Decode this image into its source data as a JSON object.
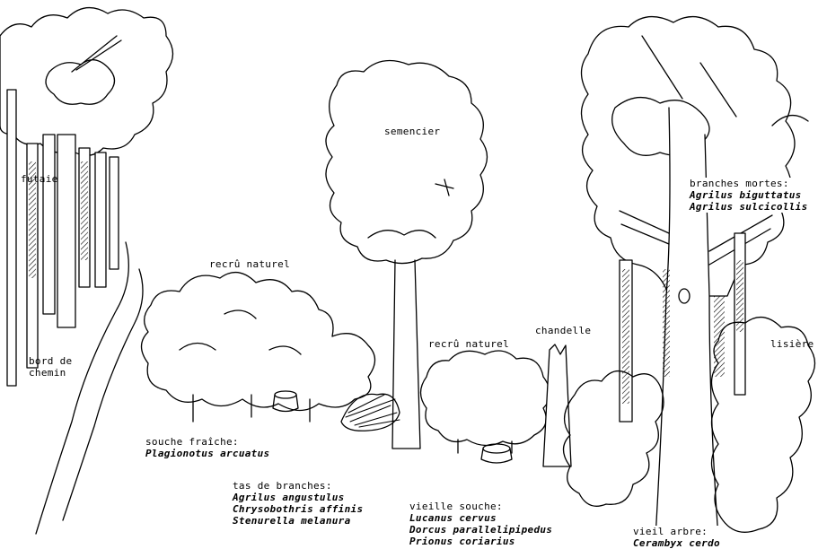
{
  "labels": {
    "futaie": "futaie",
    "bord_de_chemin_1": "bord de",
    "bord_de_chemin_2": "chemin",
    "recru_naturel_left": "recrû naturel",
    "semencier": "semencier",
    "recru_naturel_mid": "recrû naturel",
    "chandelle": "chandelle",
    "lisiere": "lisière"
  },
  "annotations": {
    "branches_mortes": {
      "title": "branches mortes:",
      "species": [
        "Agrilus biguttatus",
        "Agrilus sulcicollis"
      ]
    },
    "souche_fraiche": {
      "title": "souche fraîche:",
      "species": [
        "Plagionotus arcuatus"
      ]
    },
    "tas_de_branches": {
      "title": "tas de branches:",
      "species": [
        "Agrilus angustulus",
        "Chrysobothris affinis",
        "Stenurella melanura"
      ]
    },
    "vieille_souche": {
      "title": "vieille souche:",
      "species": [
        "Lucanus cervus",
        "Dorcus parallelipipedus",
        "Prionus coriarius"
      ]
    },
    "vieil_arbre": {
      "title": "vieil arbre:",
      "species": [
        "Cerambyx cerdo"
      ]
    }
  },
  "colors": {
    "ink": "#000000",
    "paper": "#ffffff"
  }
}
